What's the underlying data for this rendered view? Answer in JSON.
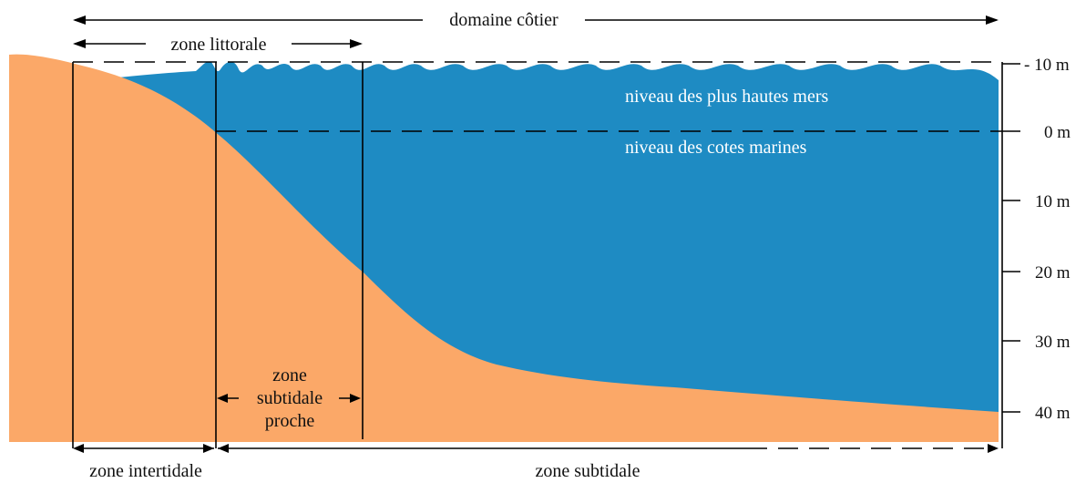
{
  "diagram": {
    "labels": {
      "domaine_cotier": "domaine côtier",
      "zone_littorale": "zone littorale",
      "zone_intertidale": "zone intertidale",
      "zone_subtidale": "zone subtidale",
      "zone_subtidale_proche_1": "zone",
      "zone_subtidale_proche_2": "subtidale",
      "zone_subtidale_proche_3": "proche",
      "niveau_hautes_mers": "niveau des plus hautes mers",
      "niveau_cotes_marines": "niveau des cotes marines"
    },
    "depth_ticks": [
      "- 10 m",
      "0 m",
      "10 m",
      "20 m",
      "30 m",
      "40 m"
    ],
    "colors": {
      "sea": "#1e8bc3",
      "land": "#fba868",
      "lines": "#000000",
      "sea_text": "#ffffff"
    }
  }
}
